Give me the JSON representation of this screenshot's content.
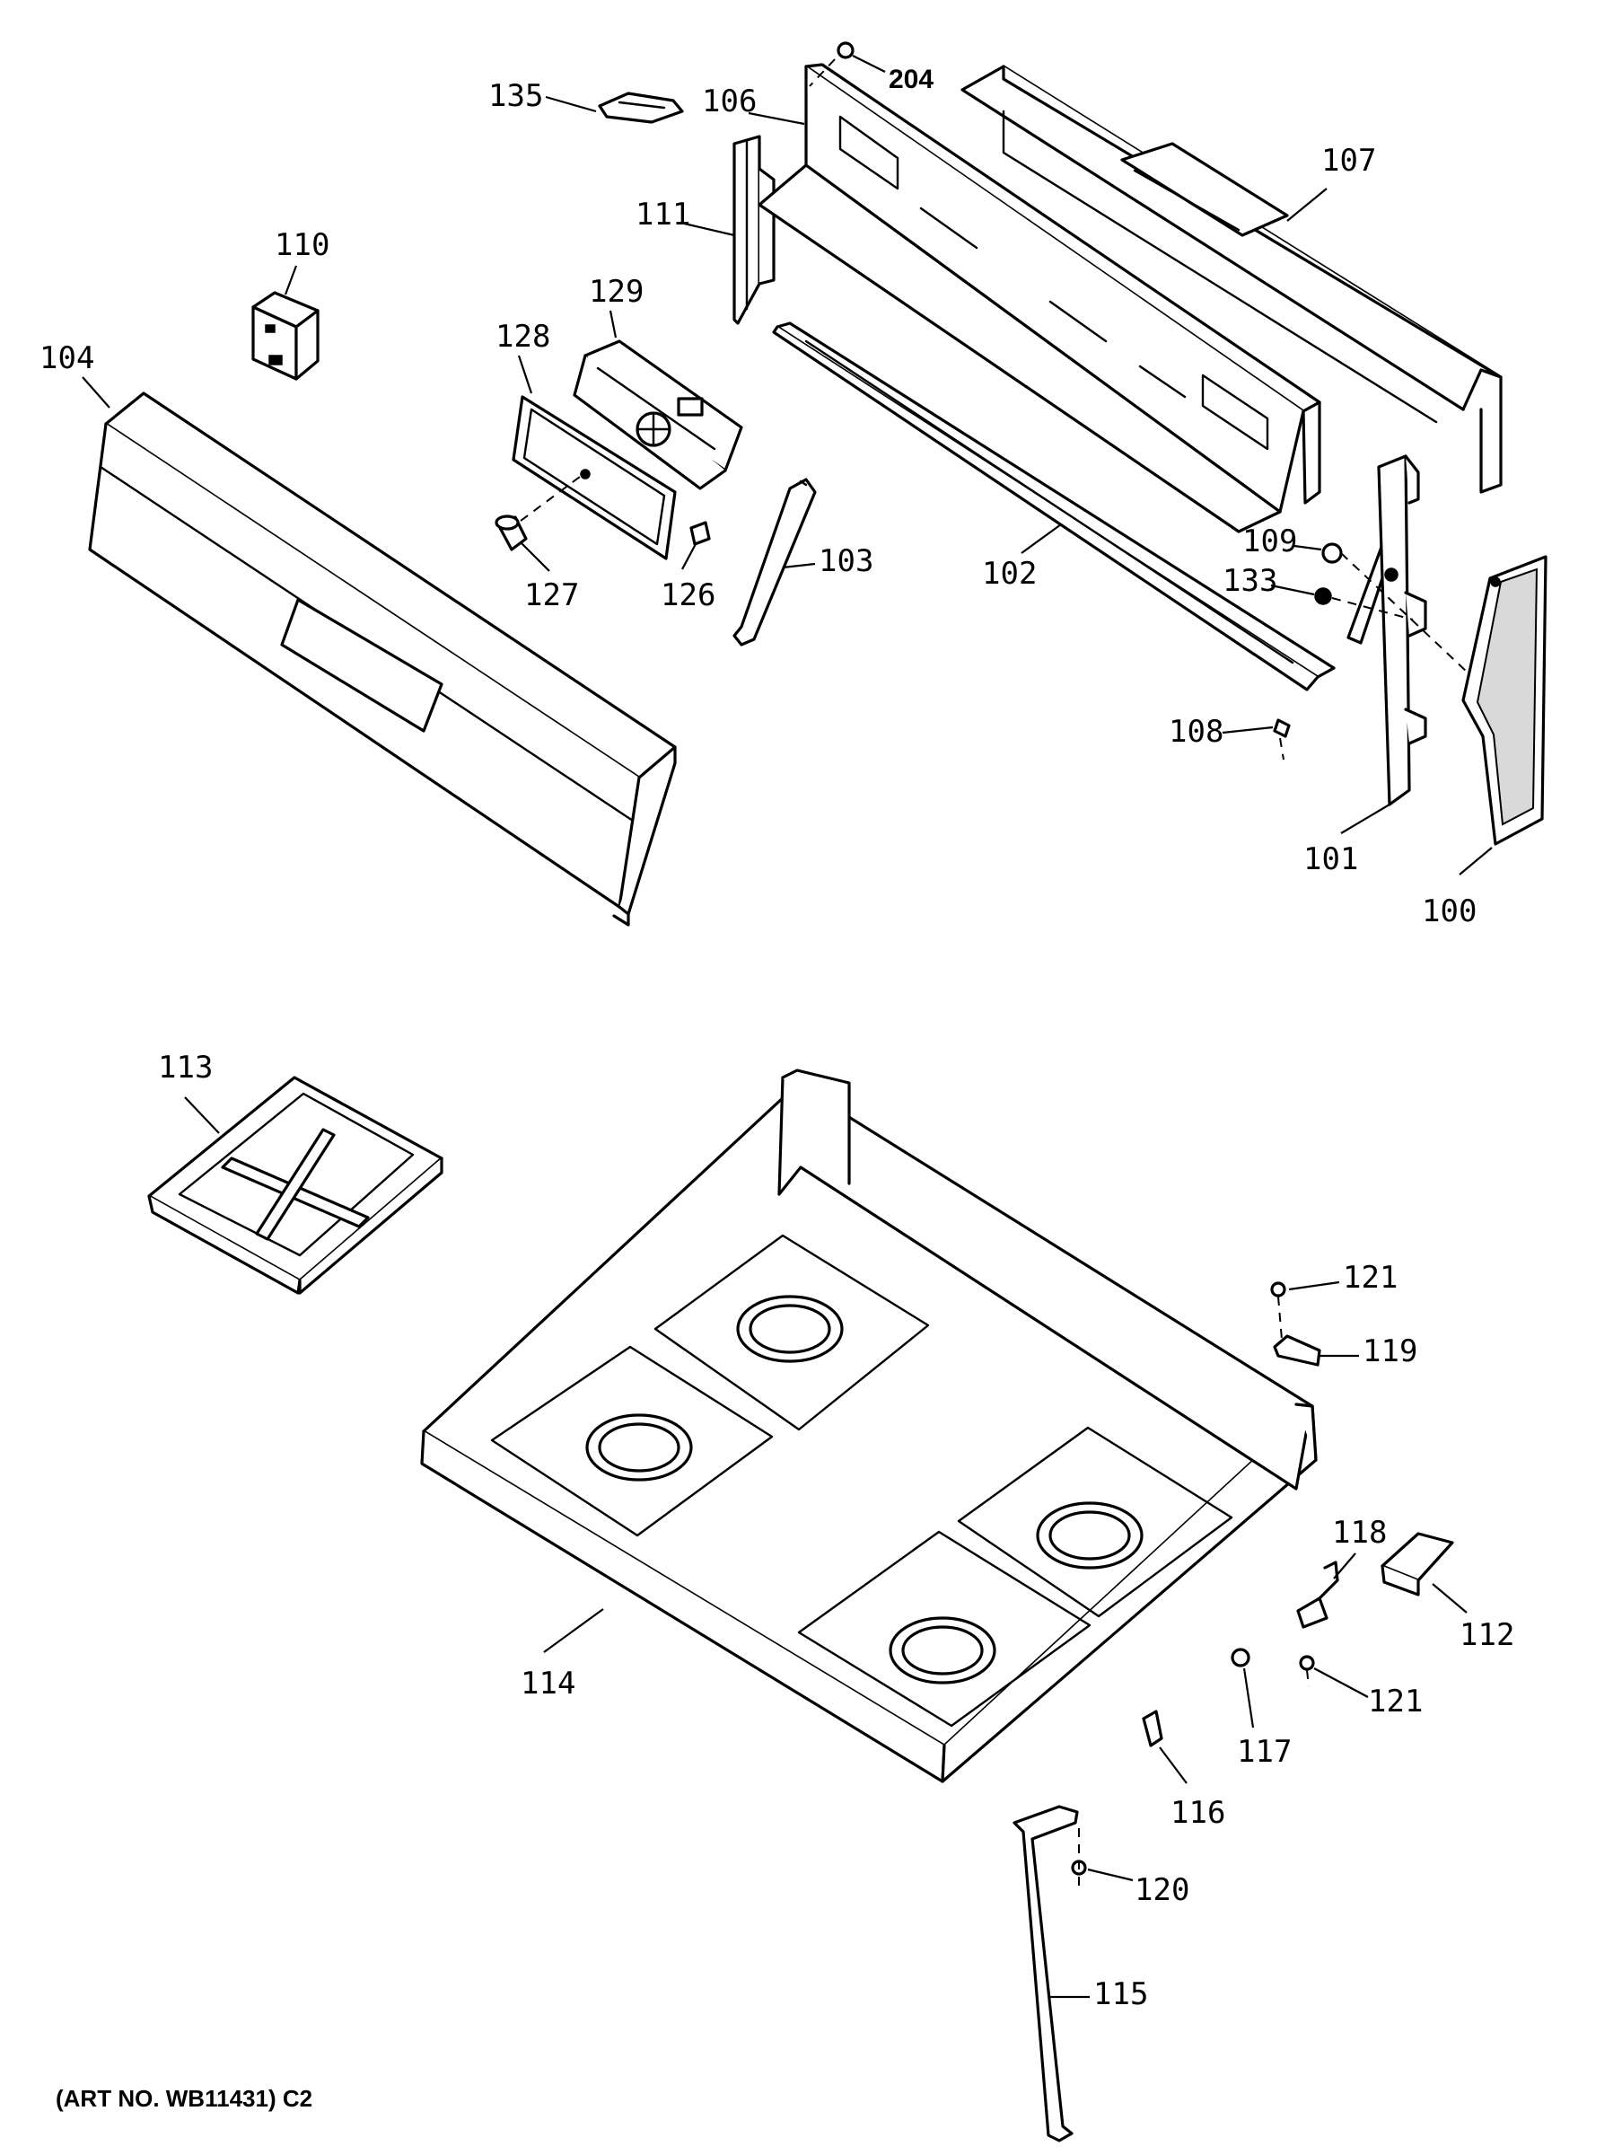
{
  "callouts": {
    "p100": "100",
    "p101": "101",
    "p102": "102",
    "p103": "103",
    "p104": "104",
    "p106": "106",
    "p107": "107",
    "p108": "108",
    "p109": "109",
    "p110": "110",
    "p111": "111",
    "p112": "112",
    "p113": "113",
    "p114": "114",
    "p115": "115",
    "p116": "116",
    "p117": "117",
    "p118": "118",
    "p119": "119",
    "p120": "120",
    "p121a": "121",
    "p121b": "121",
    "p126": "126",
    "p127": "127",
    "p128": "128",
    "p129": "129",
    "p133": "133",
    "p135": "135",
    "p204": "204"
  },
  "art_number": "(ART NO. WB11431) C2"
}
